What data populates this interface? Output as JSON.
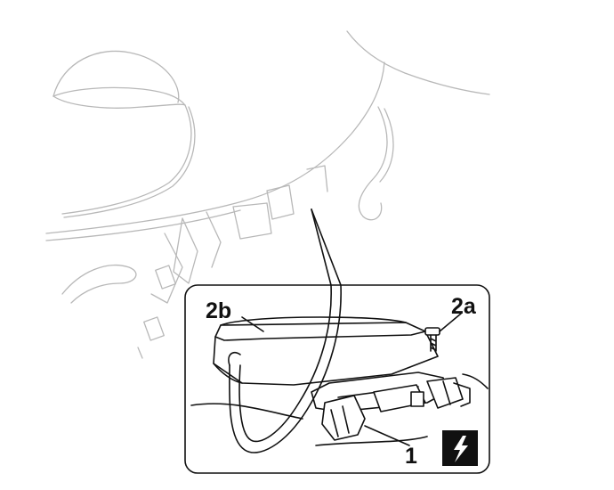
{
  "callouts": {
    "label_2b": "2b",
    "label_2a": "2a",
    "label_1": "1"
  },
  "icons": {
    "warning": "electrical-hazard-icon"
  },
  "colors": {
    "line": "#111111",
    "ghost_line": "#b8b8b8",
    "background": "#ffffff",
    "warning_box": "#111111"
  }
}
